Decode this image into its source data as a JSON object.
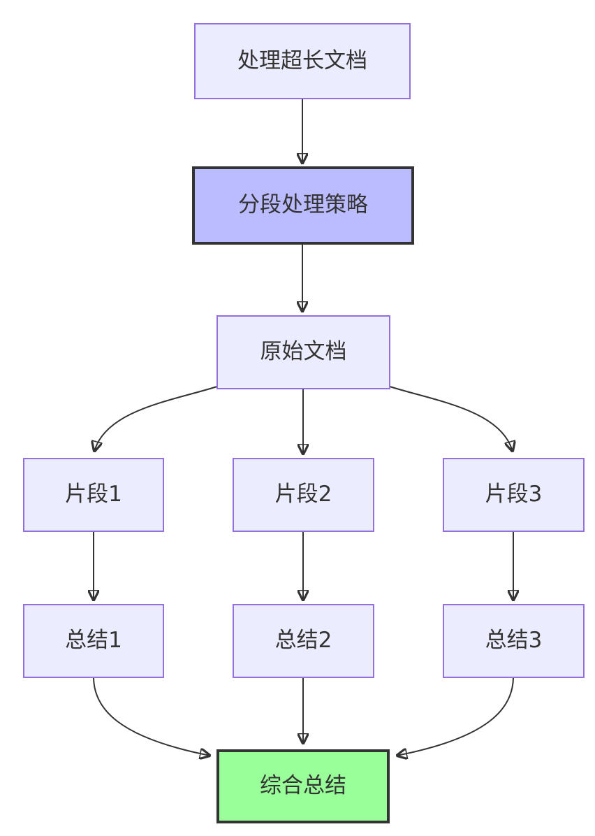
{
  "diagram": {
    "type": "flowchart-top-down",
    "nodes": {
      "task": {
        "label": "处理超长文档"
      },
      "strategy": {
        "label": "分段处理策略"
      },
      "doc": {
        "label": "原始文档"
      },
      "seg1": {
        "label": "片段1"
      },
      "seg2": {
        "label": "片段2"
      },
      "seg3": {
        "label": "片段3"
      },
      "sum1": {
        "label": "总结1"
      },
      "sum2": {
        "label": "总结2"
      },
      "sum3": {
        "label": "总结3"
      },
      "final": {
        "label": "综合总结"
      }
    },
    "edges": [
      {
        "from": "task",
        "to": "strategy"
      },
      {
        "from": "strategy",
        "to": "doc"
      },
      {
        "from": "doc",
        "to": "seg1"
      },
      {
        "from": "doc",
        "to": "seg2"
      },
      {
        "from": "doc",
        "to": "seg3"
      },
      {
        "from": "seg1",
        "to": "sum1"
      },
      {
        "from": "seg2",
        "to": "sum2"
      },
      {
        "from": "seg3",
        "to": "sum3"
      },
      {
        "from": "sum1",
        "to": "final"
      },
      {
        "from": "sum2",
        "to": "final"
      },
      {
        "from": "sum3",
        "to": "final"
      }
    ],
    "colors": {
      "node_fill": "#ECECFF",
      "node_border": "#9370DB",
      "highlight_fill": "#bbbbff",
      "final_fill": "#99ff99",
      "dark_border": "#333333",
      "arrow": "#333333",
      "text": "#333333"
    }
  }
}
